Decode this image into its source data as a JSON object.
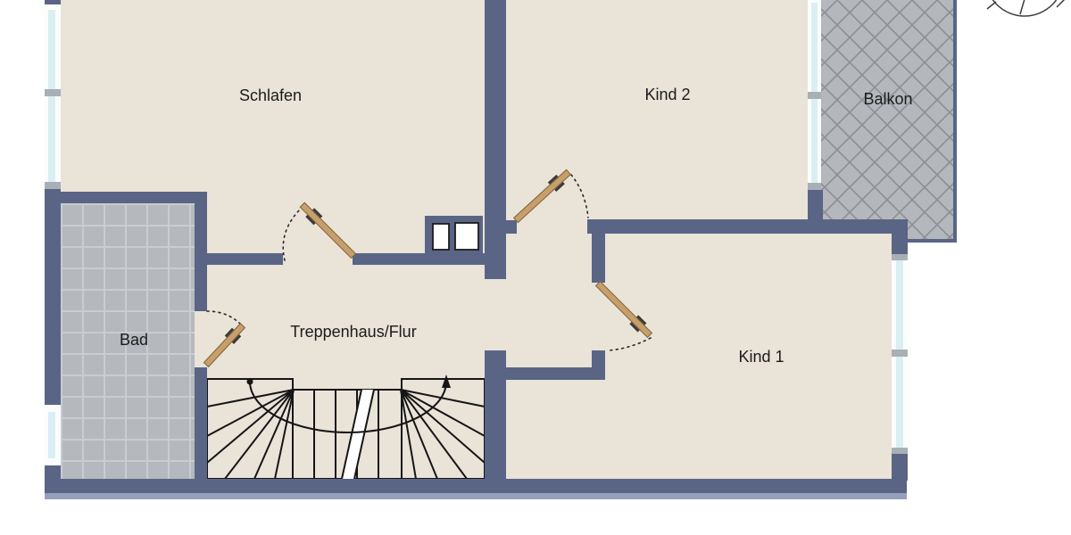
{
  "floorplan": {
    "type": "residential-upper-floor-plan",
    "rooms": [
      {
        "id": "schlafen",
        "label": "Schlafen"
      },
      {
        "id": "kind2",
        "label": "Kind 2"
      },
      {
        "id": "balkon",
        "label": "Balkon"
      },
      {
        "id": "bad",
        "label": "Bad"
      },
      {
        "id": "treppenhaus",
        "label": "Treppenhaus/Flur"
      },
      {
        "id": "kind1",
        "label": "Kind 1"
      }
    ],
    "features": {
      "doors": [
        "schlafen-door",
        "kind2-door",
        "kind1-door",
        "bad-door"
      ],
      "windows": [
        "schlafen-window",
        "bad-window",
        "kind2-balcony-window",
        "kind1-window"
      ],
      "stairs": "u-shaped-staircase-with-walk-line",
      "shafts": 2,
      "north_indicator": "compass-icon"
    },
    "colors": {
      "floor": "#e9e3d8",
      "wall": "#5a6586",
      "bath_tile": "#b5b8bc",
      "bath_grout": "#c9ccd0",
      "balcony_tile": "#b4b7bb",
      "balcony_joint": "#8c9094",
      "window_glass": "#daeff3",
      "window_frame": "#fbfdfd",
      "window_cap": "#a9afb6",
      "door_leaf": "#c79f6a",
      "plan_line": "#1b1b1b",
      "wall_shadow": "#97a0ba",
      "exterior": "#ffffff"
    }
  }
}
